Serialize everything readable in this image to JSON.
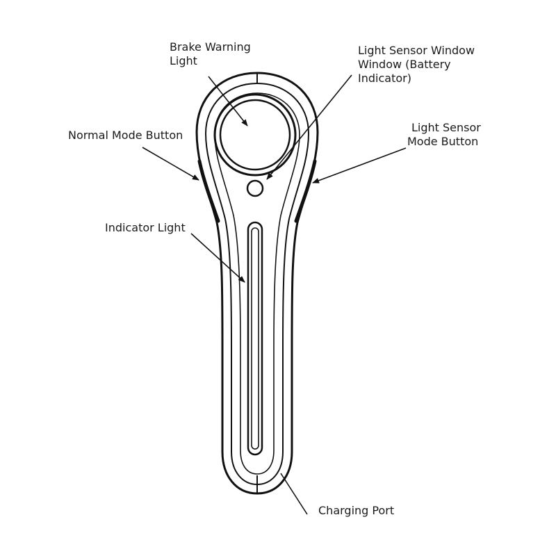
{
  "labels": {
    "brake_warning_light": {
      "line1": "Brake Warning",
      "line2": "Light"
    },
    "light_sensor_window": {
      "line1": "Light Sensor Window",
      "line2": "Window (Battery",
      "line3": "Indicator)"
    },
    "normal_mode_button": {
      "line1": "Normal Mode Button"
    },
    "light_sensor_mode_button": {
      "line1": "Light Sensor",
      "line2": "Mode Button"
    },
    "indicator_light": {
      "line1": "Indicator Light"
    },
    "charging_port": {
      "line1": "Charging Port"
    }
  },
  "colors": {
    "stroke": "#111111",
    "background": "#ffffff"
  }
}
